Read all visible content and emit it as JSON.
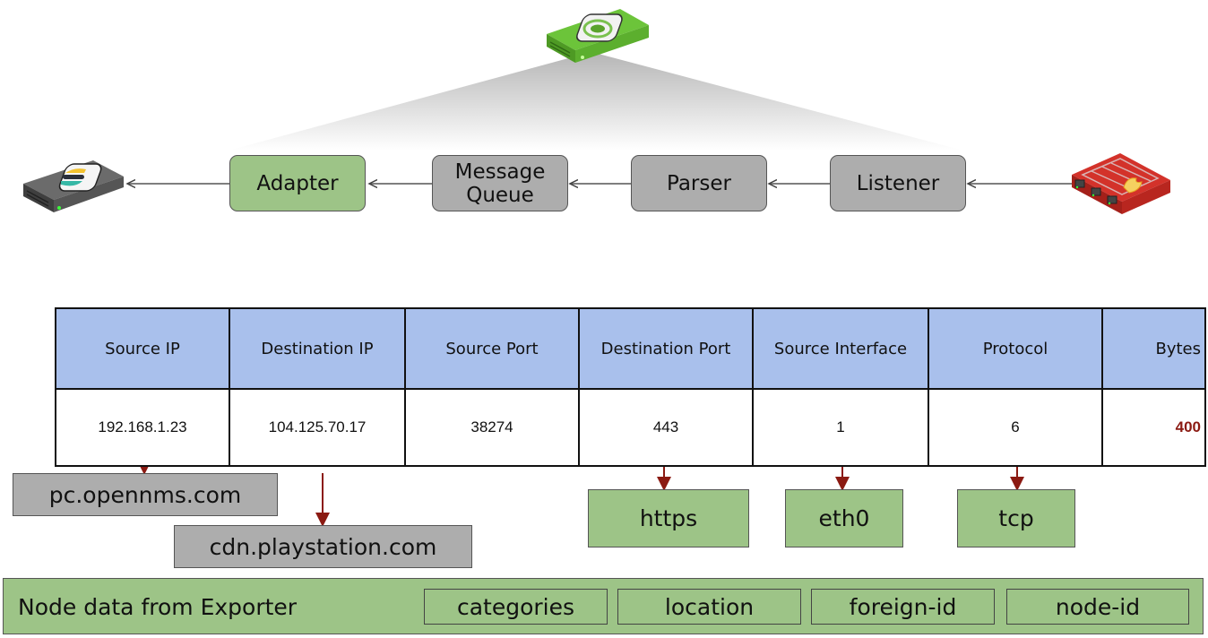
{
  "pipeline": {
    "stages": [
      {
        "id": "adapter",
        "label": "Adapter",
        "style": "green"
      },
      {
        "id": "message-queue",
        "label": "Message Queue",
        "style": "gray"
      },
      {
        "id": "parser",
        "label": "Parser",
        "style": "gray"
      },
      {
        "id": "listener",
        "label": "Listener",
        "style": "gray"
      }
    ],
    "devices": {
      "top": "opennms-server-icon",
      "left": "elasticsearch-server-icon",
      "right": "firewall-icon"
    },
    "flow_direction": "right-to-left"
  },
  "flow_table": {
    "headers": [
      "Source IP",
      "Destination IP",
      "Source Port",
      "Destination Port",
      "Source Interface",
      "Protocol",
      "Bytes"
    ],
    "row": [
      "192.168.1.23",
      "104.125.70.17",
      "38274",
      "443",
      "1",
      "6",
      "400"
    ]
  },
  "enrichment": {
    "source_ip_hostname": "pc.opennms.com",
    "destination_ip_hostname": "cdn.playstation.com",
    "destination_port_service": "https",
    "source_interface_name": "eth0",
    "protocol_name": "tcp"
  },
  "node_data": {
    "title": "Node data from Exporter",
    "fields": [
      "categories",
      "location",
      "foreign-id",
      "node-id"
    ]
  },
  "colors": {
    "green_box": "#9dc487",
    "gray_box": "#adadad",
    "table_header": "#a9c0ec",
    "arrow_red": "#8b1a12",
    "bytes_text": "#8b1a12"
  }
}
